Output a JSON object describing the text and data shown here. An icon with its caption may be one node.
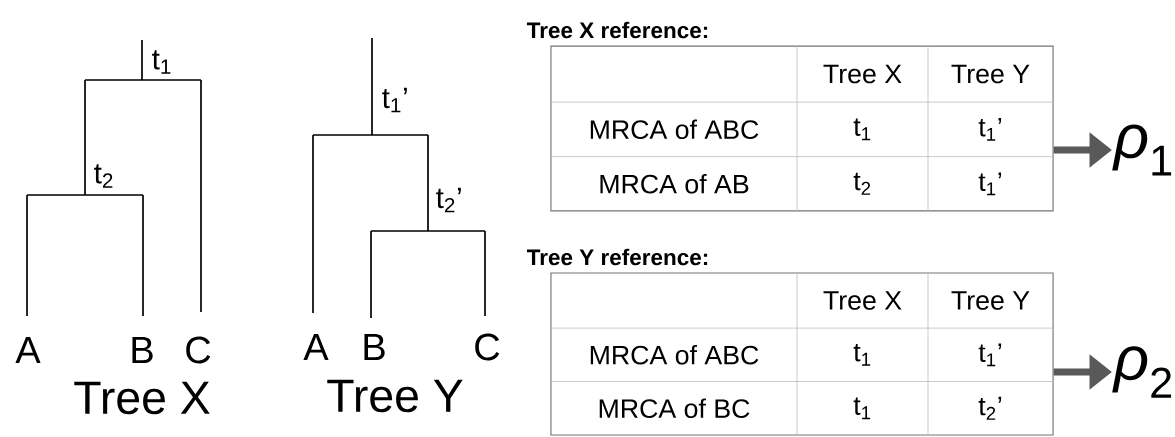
{
  "diagram": {
    "nodes": [
      {
        "text": [
          "Tree X reference:",
          "Tree X",
          "Tree Y",
          "MRCA of ABC",
          "t$_{1}$",
          "t$_{1}$’",
          "MRCA of AB",
          "t$_{2}$",
          "t$_{1}$’"
        ]
      },
      {
        "text": [
          "*ρ*$_{1}$"
        ]
      },
      {
        "text": [
          "Tree Y reference:",
          "Tree X",
          "Tree Y",
          "MRCA of ABC",
          "t$_{1}$",
          "t$_{1}$’",
          "MRCA of BC",
          "t$_{1}$",
          "t$_{2}$’"
        ]
      },
      {
        "text": [
          "*ρ*$_{2}$"
        ]
      }
    ],
    "edges": [
      {
        "from": 0,
        "to": 1,
        "arrow": "to"
      },
      {
        "from": 2,
        "to": 3,
        "arrow": "to"
      }
    ],
    "labels": [
      "t$_{1}$",
      "t$_{2}$",
      "A",
      "B",
      "C",
      "Tree X",
      "t$_{1}$’",
      "t$_{2}$’",
      "A",
      "B",
      "C",
      "Tree Y"
    ]
  }
}
